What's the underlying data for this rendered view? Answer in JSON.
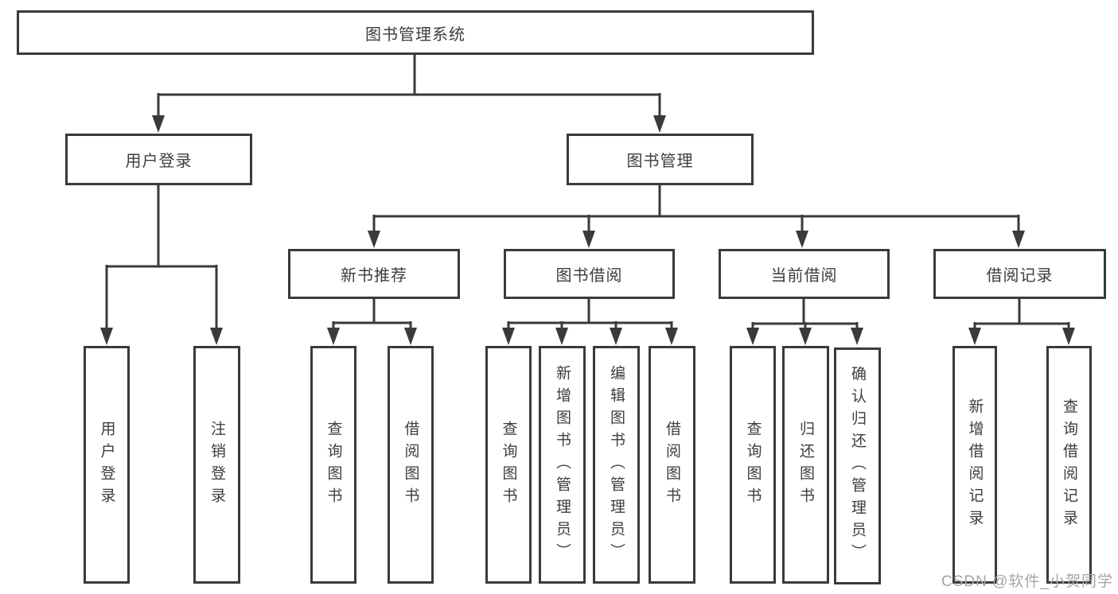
{
  "root": {
    "label": "图书管理系统"
  },
  "level2": [
    {
      "label": "用户登录"
    },
    {
      "label": "图书管理"
    }
  ],
  "level3": [
    {
      "label": "新书推荐",
      "parent": "图书管理"
    },
    {
      "label": "图书借阅",
      "parent": "图书管理"
    },
    {
      "label": "当前借阅",
      "parent": "图书管理"
    },
    {
      "label": "借阅记录",
      "parent": "图书管理"
    }
  ],
  "leaves": [
    {
      "label": "用户登录",
      "parent": "用户登录"
    },
    {
      "label": "注销登录",
      "parent": "用户登录"
    },
    {
      "label": "查询图书",
      "parent": "新书推荐"
    },
    {
      "label": "借阅图书",
      "parent": "新书推荐"
    },
    {
      "label": "查询图书",
      "parent": "图书借阅"
    },
    {
      "label": "新增图书（管理员）",
      "parent": "图书借阅"
    },
    {
      "label": "编辑图书（管理员）",
      "parent": "图书借阅"
    },
    {
      "label": "借阅图书",
      "parent": "图书借阅"
    },
    {
      "label": "查询图书",
      "parent": "当前借阅"
    },
    {
      "label": "归还图书",
      "parent": "当前借阅"
    },
    {
      "label": "确认归还（管理员）",
      "parent": "当前借阅"
    },
    {
      "label": "新增借阅记录",
      "parent": "借阅记录"
    },
    {
      "label": "查询借阅记录",
      "parent": "借阅记录"
    }
  ],
  "watermark": "CSDN @软件_小贺同学",
  "colors": {
    "line": "#3a3a3a",
    "box_border": "#3a3a3a",
    "text": "#3d3d3d",
    "watermark": "#aba3a3",
    "background": "#ffffff"
  }
}
